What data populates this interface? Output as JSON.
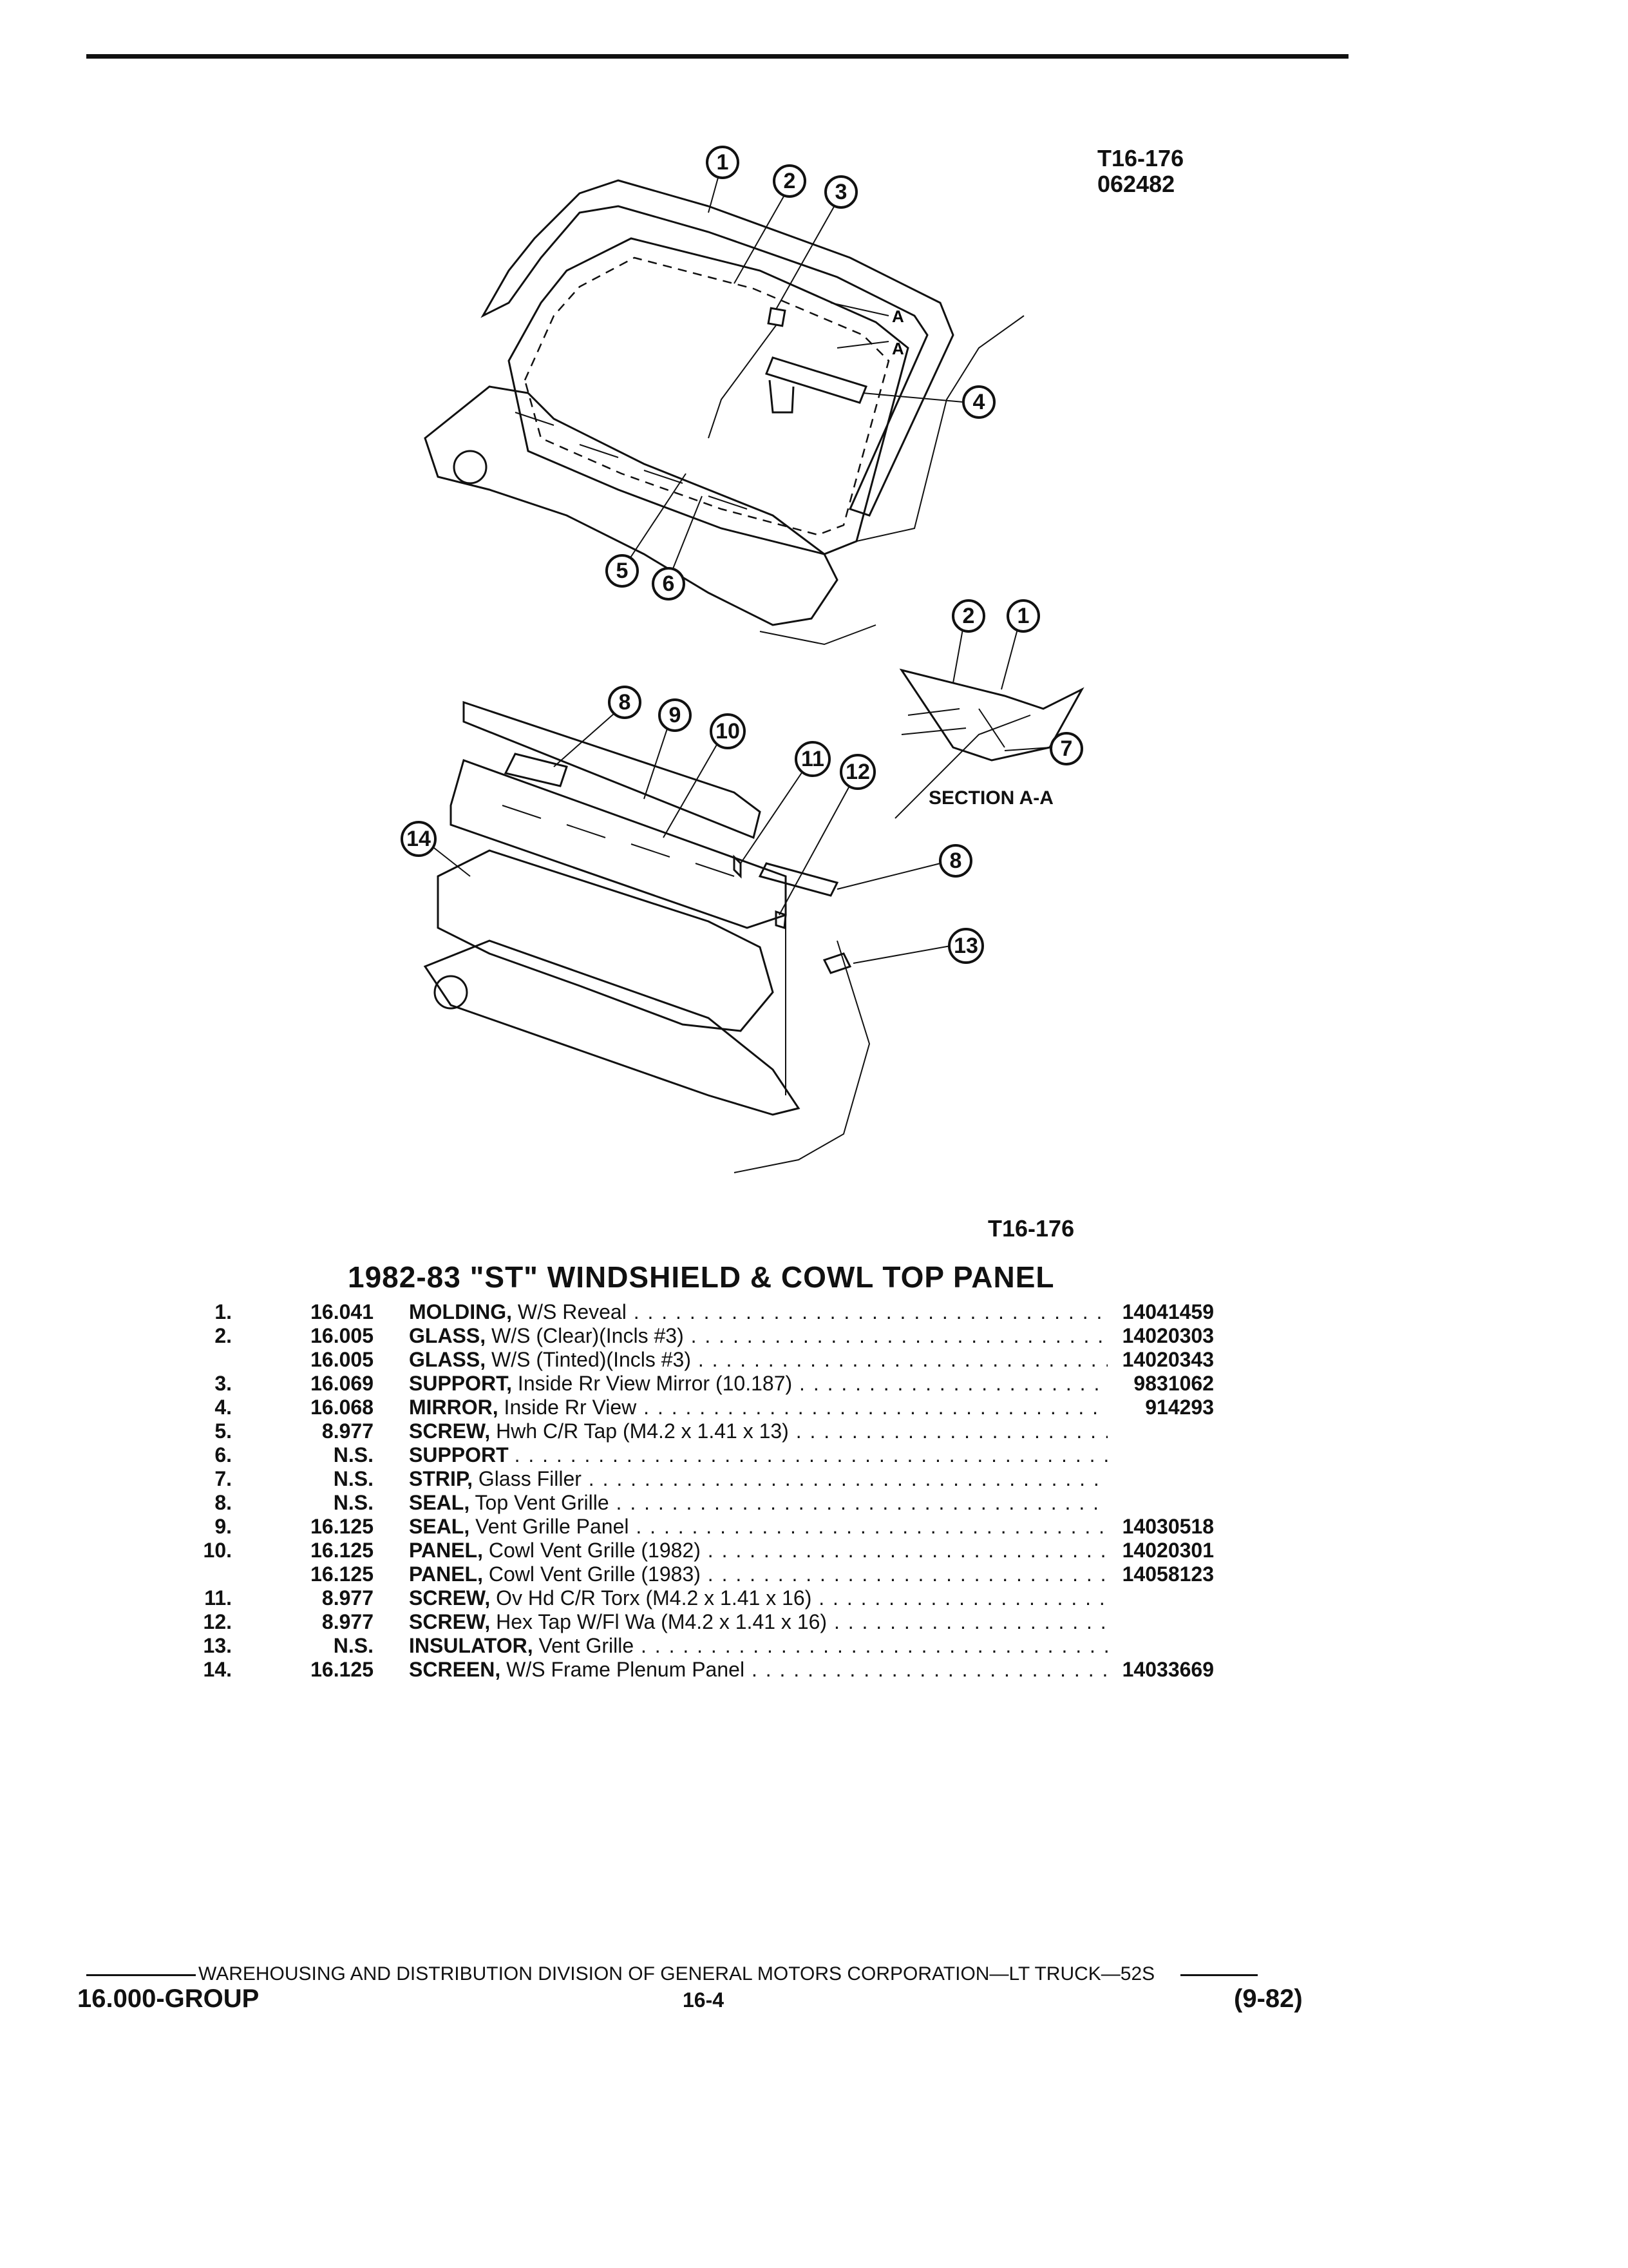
{
  "figure": {
    "id_line1": "T16-176",
    "id_line2": "062482",
    "caption": "T16-176",
    "section_label": "SECTION A-A",
    "section_marker": "A",
    "callouts_top": [
      "1",
      "2",
      "3",
      "4",
      "5",
      "6"
    ],
    "callouts_section": [
      "2",
      "1",
      "7"
    ],
    "callouts_bottom": [
      "8",
      "9",
      "10",
      "11",
      "12",
      "14",
      "8",
      "13"
    ]
  },
  "title": "1982-83 \"ST\" WINDSHIELD & COWL TOP PANEL",
  "parts": [
    {
      "num": "1.",
      "group": "16.041",
      "name": "MOLDING,",
      "desc": "W/S Reveal",
      "pn": "14041459"
    },
    {
      "num": "2.",
      "group": "16.005",
      "name": "GLASS,",
      "desc": "W/S (Clear)(Incls #3)",
      "pn": "14020303"
    },
    {
      "num": "",
      "group": "16.005",
      "name": "GLASS,",
      "desc": "W/S (Tinted)(Incls #3)",
      "pn": "14020343"
    },
    {
      "num": "3.",
      "group": "16.069",
      "name": "SUPPORT,",
      "desc": "Inside Rr View Mirror (10.187)",
      "pn": "9831062"
    },
    {
      "num": "4.",
      "group": "16.068",
      "name": "MIRROR,",
      "desc": "Inside Rr View",
      "pn": "914293"
    },
    {
      "num": "5.",
      "group": "8.977",
      "name": "SCREW,",
      "desc": "Hwh C/R Tap (M4.2 x 1.41 x 13)",
      "pn": ""
    },
    {
      "num": "6.",
      "group": "N.S.",
      "name": "SUPPORT",
      "desc": "",
      "pn": ""
    },
    {
      "num": "7.",
      "group": "N.S.",
      "name": "STRIP,",
      "desc": "Glass Filler",
      "pn": ""
    },
    {
      "num": "8.",
      "group": "N.S.",
      "name": "SEAL,",
      "desc": "Top Vent Grille",
      "pn": ""
    },
    {
      "num": "9.",
      "group": "16.125",
      "name": "SEAL,",
      "desc": "Vent Grille Panel",
      "pn": "14030518"
    },
    {
      "num": "10.",
      "group": "16.125",
      "name": "PANEL,",
      "desc": "Cowl Vent Grille (1982)",
      "pn": "14020301"
    },
    {
      "num": "",
      "group": "16.125",
      "name": "PANEL,",
      "desc": "Cowl Vent Grille (1983)",
      "pn": "14058123"
    },
    {
      "num": "11.",
      "group": "8.977",
      "name": "SCREW,",
      "desc": "Ov Hd C/R Torx (M4.2 x 1.41 x 16)",
      "pn": ""
    },
    {
      "num": "12.",
      "group": "8.977",
      "name": "SCREW,",
      "desc": "Hex Tap W/Fl Wa (M4.2 x 1.41 x 16)",
      "pn": ""
    },
    {
      "num": "13.",
      "group": "N.S.",
      "name": "INSULATOR,",
      "desc": "Vent Grille",
      "pn": ""
    },
    {
      "num": "14.",
      "group": "16.125",
      "name": "SCREEN,",
      "desc": "W/S Frame Plenum Panel",
      "pn": "14033669"
    }
  ],
  "footer": {
    "line": "WAREHOUSING AND DISTRIBUTION  DIVISION OF GENERAL MOTORS CORPORATION—LT TRUCK—52S",
    "group": "16.000-GROUP",
    "page": "16-4",
    "date": "(9-82)"
  }
}
